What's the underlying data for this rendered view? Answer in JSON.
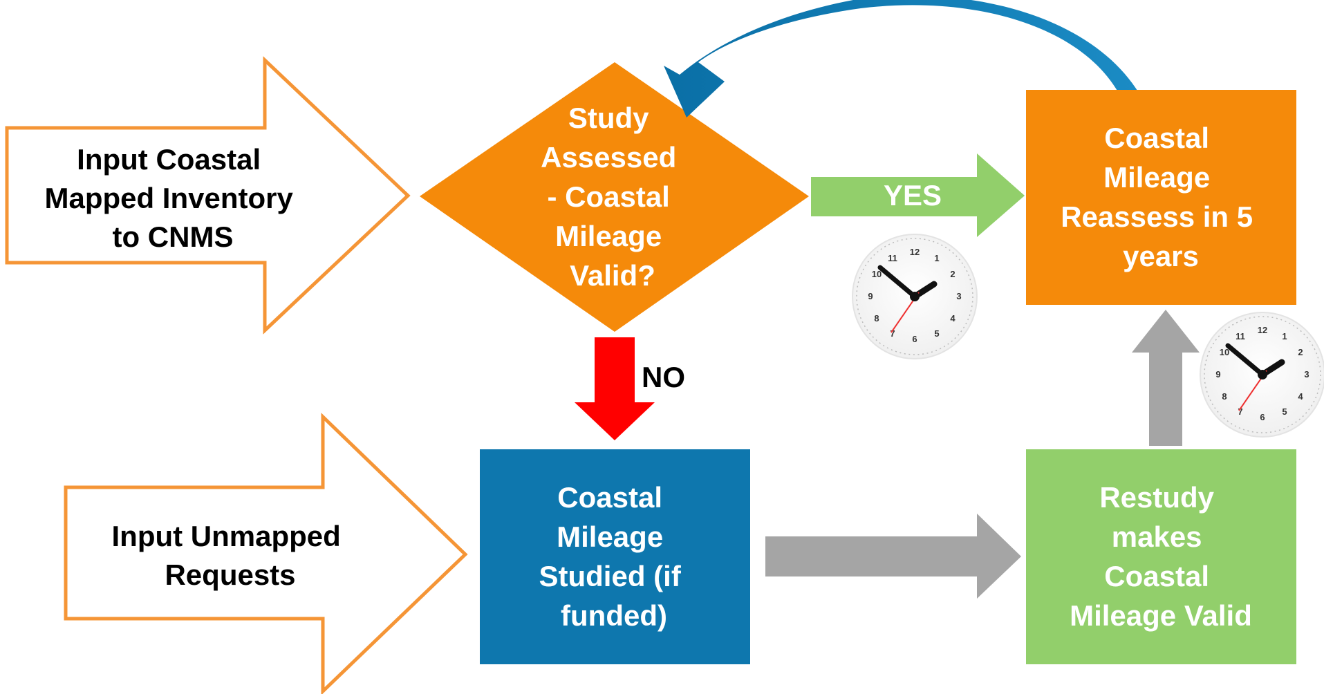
{
  "colors": {
    "orange": "#F58A0A",
    "orange_outline": "#F59536",
    "blue": "#0E77AE",
    "green": "#92CF6B",
    "gray": "#A5A5A5",
    "red": "#FF0000",
    "white": "#FFFFFF",
    "black": "#000000"
  },
  "nodes": {
    "input_coastal": {
      "lines": [
        "Input Coastal",
        "Mapped Inventory",
        "to CNMS"
      ]
    },
    "input_unmapped": {
      "lines": [
        "Input Unmapped",
        "Requests"
      ]
    },
    "decision": {
      "lines": [
        "Study",
        "Assessed",
        "- Coastal",
        "Mileage",
        "Valid?"
      ]
    },
    "reassess": {
      "lines": [
        "Coastal",
        "Mileage",
        "Reassess  in 5",
        "years"
      ]
    },
    "studied": {
      "lines": [
        "Coastal",
        "Mileage",
        "Studied (if",
        "funded)"
      ]
    },
    "restudy": {
      "lines": [
        "Restudy",
        "makes",
        "Coastal",
        "Mileage Valid"
      ]
    }
  },
  "edges": {
    "yes": {
      "label": "YES"
    },
    "no": {
      "label": "NO"
    }
  },
  "icons": {
    "reassess_clock": "clock-icon",
    "restudy_clock": "clock-icon",
    "loop_arrow": "curved-arrow-icon"
  }
}
